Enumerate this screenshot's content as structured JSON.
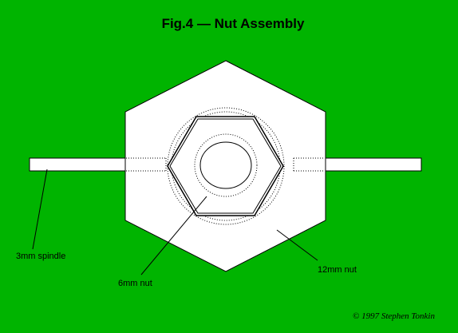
{
  "figure": {
    "title": "Fig.4 — Nut Assembly",
    "copyright": "© 1997 Stephen Tonkin"
  },
  "labels": {
    "spindle": "3mm spindle",
    "small_nut": "6mm nut",
    "large_nut": "12mm nut"
  },
  "colors": {
    "background": "#00b400",
    "part_fill": "#ffffff",
    "outline": "#000000"
  }
}
